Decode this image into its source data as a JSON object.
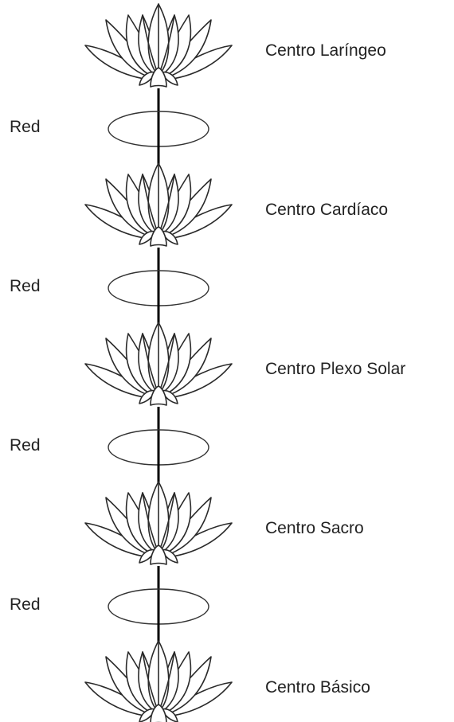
{
  "centers": [
    {
      "label": "Centro Laríngeo"
    },
    {
      "label": "Centro Cardíaco"
    },
    {
      "label": "Centro Plexo Solar"
    },
    {
      "label": "Centro Sacro"
    },
    {
      "label": "Centro Básico"
    }
  ],
  "networks": [
    {
      "label": "Red"
    },
    {
      "label": "Red"
    },
    {
      "label": "Red"
    },
    {
      "label": "Red"
    }
  ],
  "icons": {
    "center": "lotus-flower-icon",
    "network": "ellipse-icon"
  }
}
